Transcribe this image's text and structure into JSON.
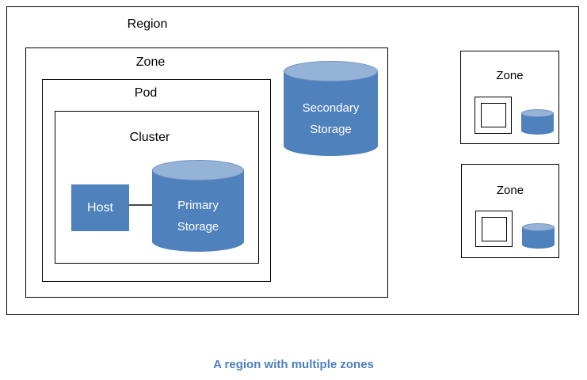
{
  "caption": "A region with multiple zones",
  "region": {
    "label": "Region"
  },
  "zone": {
    "label": "Zone"
  },
  "pod": {
    "label": "Pod"
  },
  "cluster": {
    "label": "Cluster"
  },
  "host": {
    "label": "Host"
  },
  "primary_storage": {
    "line1": "Primary",
    "line2": "Storage"
  },
  "secondary_storage": {
    "line1": "Secondary",
    "line2": "Storage"
  },
  "mini_zones": [
    {
      "label": "Zone"
    },
    {
      "label": "Zone"
    }
  ],
  "colors": {
    "shape_fill": "#4f81bd",
    "cylinder_top": "#95b3d7",
    "box_border": "#000000",
    "connector": "#474747",
    "shape_text": "#ffffff",
    "label_text": "#000000",
    "caption_text": "#4a7ebb",
    "background": "#ffffff"
  }
}
